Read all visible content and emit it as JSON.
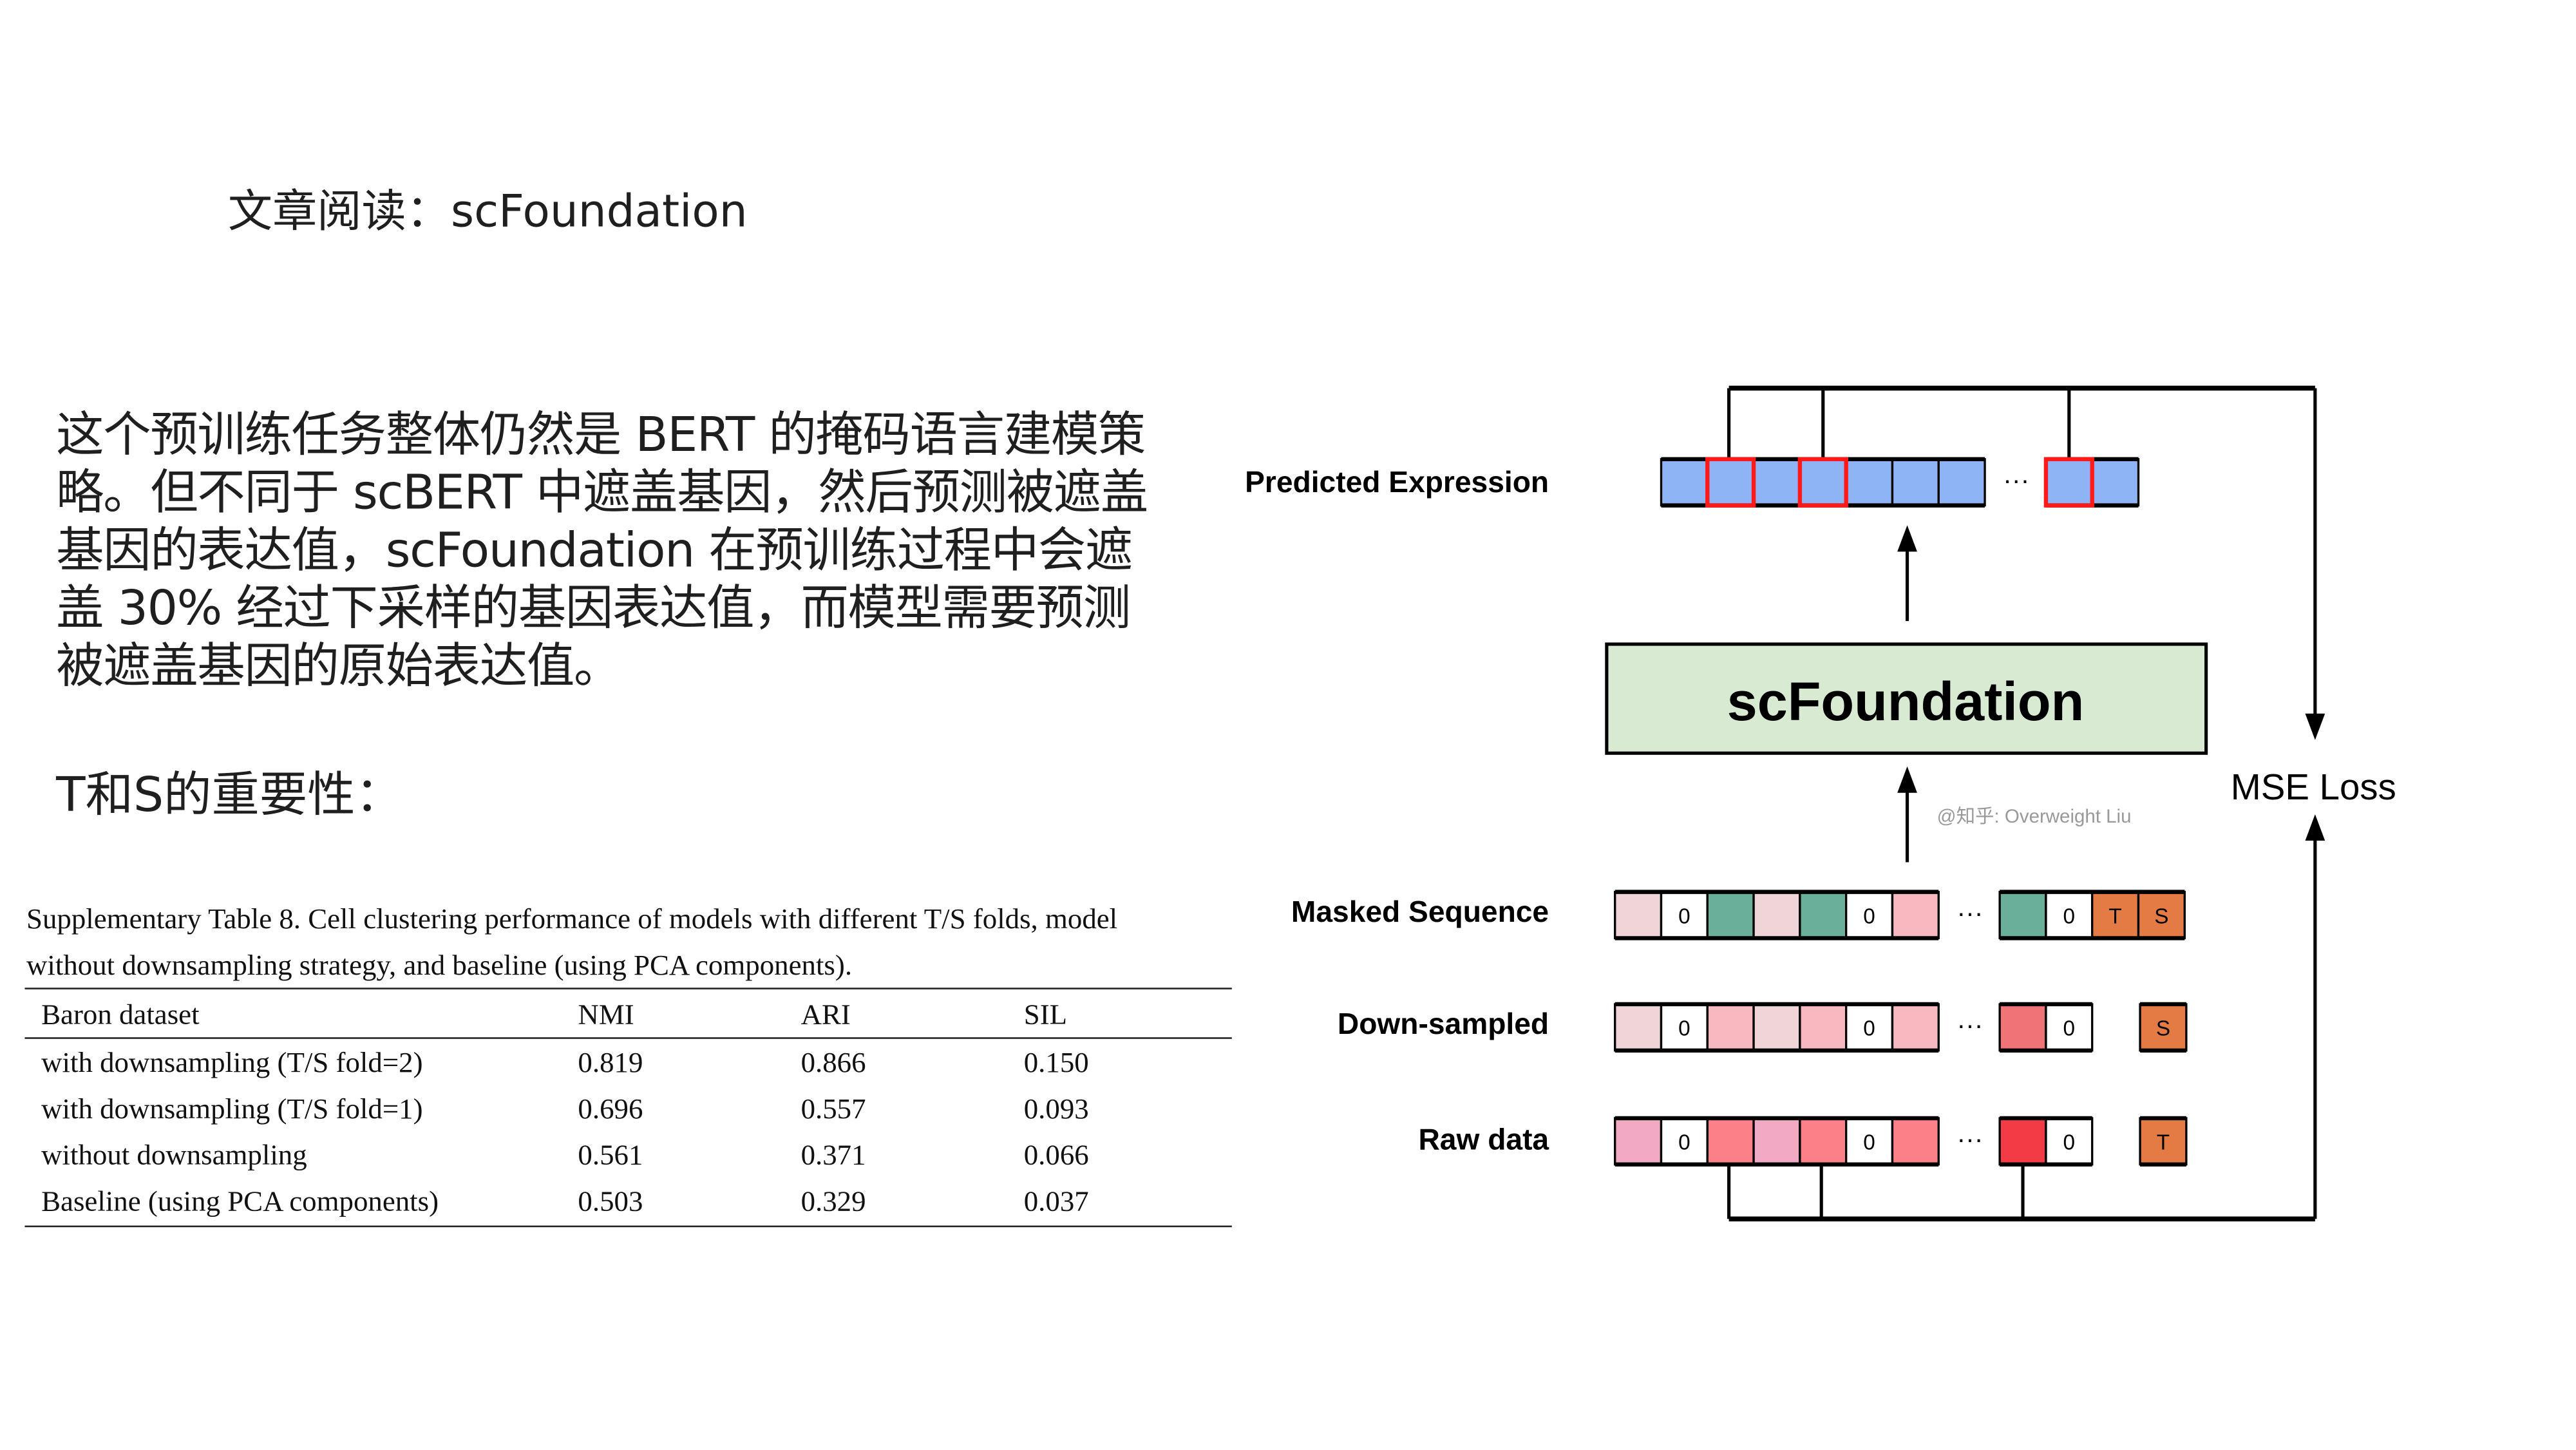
{
  "title": "文章阅读：scFoundation",
  "paragraph_lines": [
    "这个预训练任务整体仍然是 BERT 的掩码语言建模策",
    "略。但不同于 scBERT 中遮盖基因，然后预测被遮盖",
    "基因的表达值，scFoundation 在预训练过程中会遮",
    "盖 30% 经过下采样的基因表达值，而模型需要预测",
    "被遮盖基因的原始表达值。"
  ],
  "ts_heading": "T和S的重要性：",
  "table": {
    "caption_lines": [
      "Supplementary Table 8. Cell clustering performance of models with different T/S folds, model",
      "without downsampling strategy, and baseline (using PCA components)."
    ],
    "headers": [
      "Baron dataset",
      "NMI",
      "ARI",
      "SIL"
    ],
    "rows": [
      [
        "with downsampling (T/S fold=2)",
        "0.819",
        "0.866",
        "0.150"
      ],
      [
        "with downsampling (T/S fold=1)",
        "0.696",
        "0.557",
        "0.093"
      ],
      [
        "without downsampling",
        "0.561",
        "0.371",
        "0.066"
      ],
      [
        "Baseline (using PCA components)",
        "0.503",
        "0.329",
        "0.037"
      ]
    ]
  },
  "diagram": {
    "labels": {
      "predicted": "Predicted Expression",
      "masked": "Masked Sequence",
      "downsampled": "Down-sampled",
      "raw": "Raw data"
    },
    "model_name": "scFoundation",
    "loss": "MSE Loss",
    "ellipsis": "···",
    "watermark": "@知乎: Overweight Liu",
    "colors": {
      "box_fill": "#d9ead3",
      "highlight": "#ff1a1a"
    },
    "predicted_row": {
      "groups": [
        [
          {
            "c": "#8fb4f5"
          },
          {
            "c": "#8fb4f5",
            "h": true
          },
          {
            "c": "#8fb4f5"
          },
          {
            "c": "#8fb4f5",
            "h": true
          },
          {
            "c": "#8fb4f5"
          },
          {
            "c": "#8fb4f5"
          },
          {
            "c": "#8fb4f5"
          }
        ],
        [
          {
            "c": "#8fb4f5",
            "h": true
          },
          {
            "c": "#8fb4f5"
          }
        ]
      ]
    },
    "masked_row": {
      "groups": [
        [
          {
            "c": "#efd4d8"
          },
          {
            "c": "#ffffff",
            "t": "0"
          },
          {
            "c": "#6aaf99"
          },
          {
            "c": "#efd4d8"
          },
          {
            "c": "#6aaf99"
          },
          {
            "c": "#ffffff",
            "t": "0"
          },
          {
            "c": "#f7b8c0"
          }
        ],
        [
          {
            "c": "#6aaf99"
          },
          {
            "c": "#ffffff",
            "t": "0"
          },
          {
            "c": "#e57b44",
            "t": "T"
          },
          {
            "c": "#e57b44",
            "t": "S"
          }
        ]
      ]
    },
    "downsampled_row": {
      "groups": [
        [
          {
            "c": "#efd4d8"
          },
          {
            "c": "#ffffff",
            "t": "0"
          },
          {
            "c": "#f7b8c0"
          },
          {
            "c": "#efd4d8"
          },
          {
            "c": "#f7b8c0"
          },
          {
            "c": "#ffffff",
            "t": "0"
          },
          {
            "c": "#f7b8c0"
          }
        ],
        [
          {
            "c": "#f07377"
          },
          {
            "c": "#ffffff",
            "t": "0"
          }
        ],
        [
          {
            "c": "#e57b44",
            "t": "S"
          }
        ]
      ]
    },
    "raw_row": {
      "groups": [
        [
          {
            "c": "#f2aac4"
          },
          {
            "c": "#ffffff",
            "t": "0"
          },
          {
            "c": "#fb8088"
          },
          {
            "c": "#f2aac4"
          },
          {
            "c": "#fb8088"
          },
          {
            "c": "#ffffff",
            "t": "0"
          },
          {
            "c": "#fb8088"
          }
        ],
        [
          {
            "c": "#f23b44"
          },
          {
            "c": "#ffffff",
            "t": "0"
          }
        ],
        [
          {
            "c": "#e57b44",
            "t": "T"
          }
        ]
      ]
    }
  }
}
